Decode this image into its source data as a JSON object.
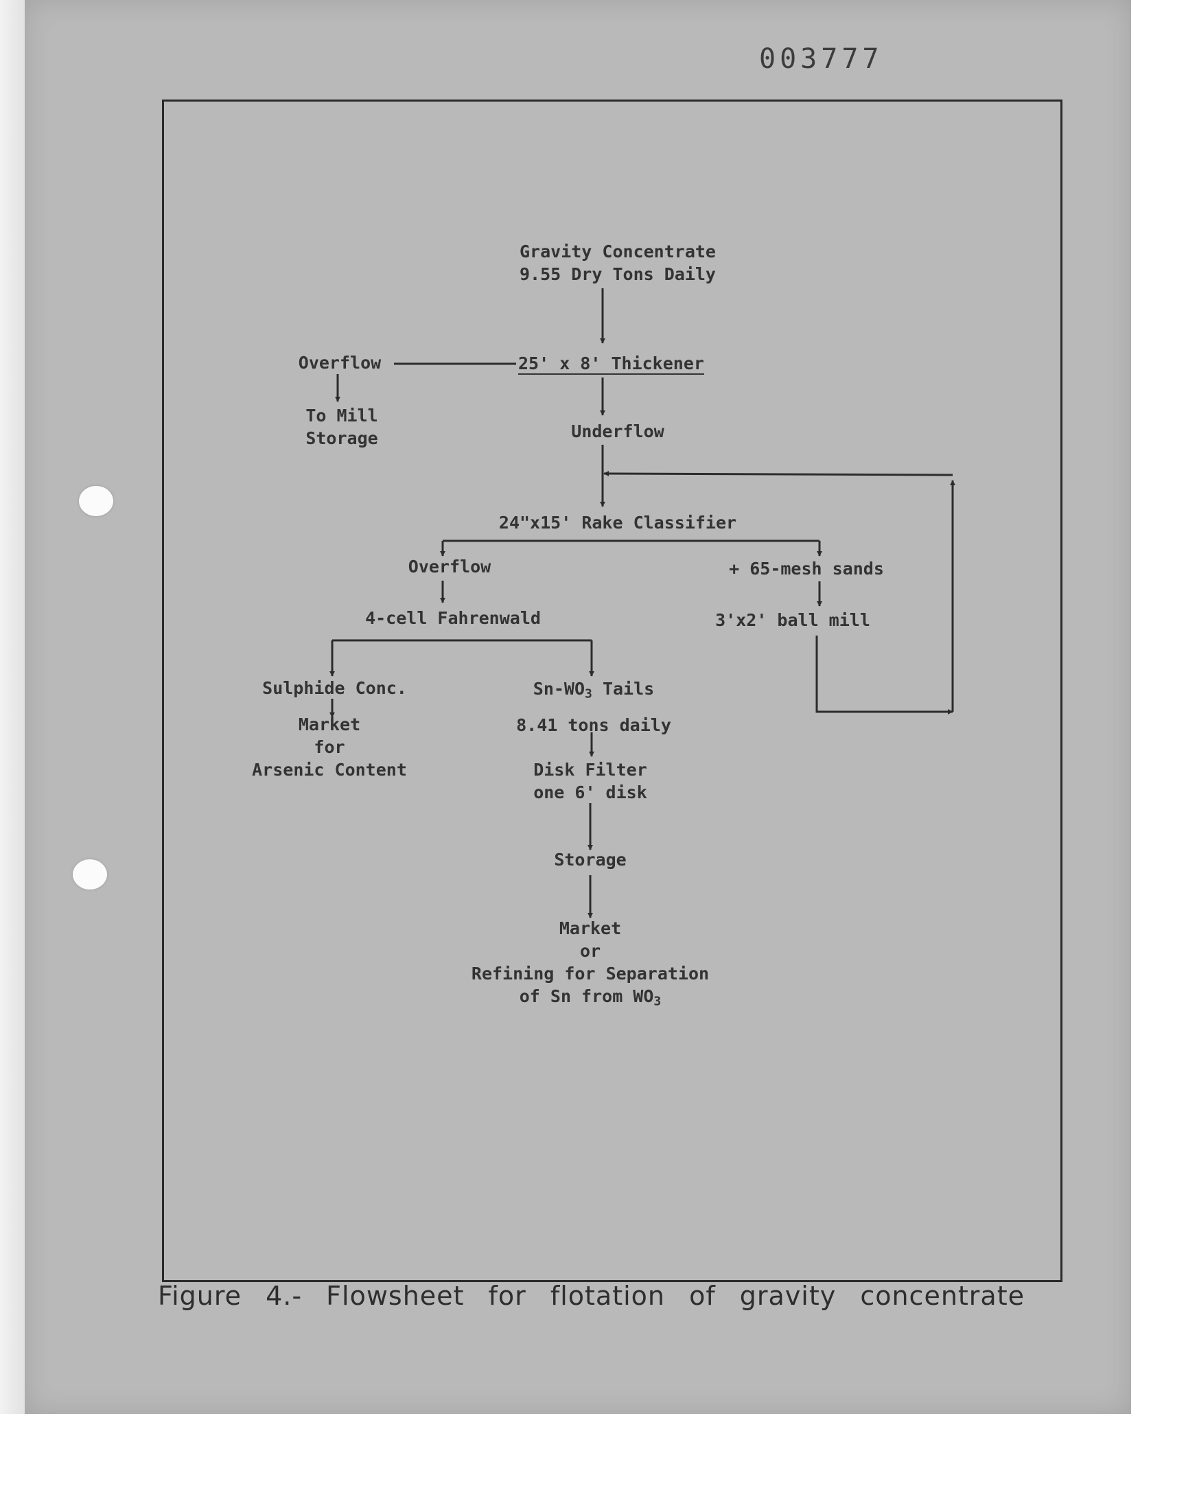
{
  "document": {
    "number": "003777",
    "caption": "Figure 4.- Flowsheet for flotation of gravity concentrate"
  },
  "flowsheet": {
    "feed": {
      "line1": "Gravity Concentrate",
      "line2": "9.55 Dry Tons Daily"
    },
    "thickener": "25' x 8' Thickener",
    "thickener_overflow": "Overflow",
    "to_mill": {
      "line1": "To Mill",
      "line2": "Storage"
    },
    "underflow": "Underflow",
    "classifier": "24\"x15' Rake Classifier",
    "classifier_overflow": "Overflow",
    "mesh_sands": "+ 65-mesh sands",
    "ball_mill": "3'x2' ball mill",
    "fahrenwald": "4-cell Fahrenwald",
    "sulphide": "Sulphide Conc.",
    "market_arsenic": {
      "line1": "Market",
      "line2": "for",
      "line3": "Arsenic Content"
    },
    "tails": {
      "name_prefix": "Sn-WO",
      "name_sub": "3",
      "name_suffix": " Tails",
      "rate": "8.41 tons daily"
    },
    "disk_filter": {
      "line1": "Disk Filter",
      "line2": "one 6' disk"
    },
    "storage": "Storage",
    "final": {
      "line1": "Market",
      "line2": "or",
      "line3": "Refining for Separation",
      "line4_prefix": "of Sn from WO",
      "line4_sub": "3"
    }
  }
}
